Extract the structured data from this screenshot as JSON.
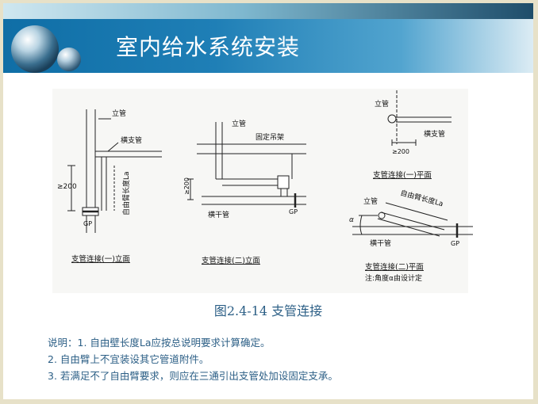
{
  "header": {
    "title": "室内给水系统安装"
  },
  "figure": {
    "caption": "图2.4-14   支管连接",
    "diagram1": {
      "lbl_riser": "立管",
      "lbl_branch": "横支管",
      "lbl_200": "≥200",
      "lbl_arm": "自由臂长度La",
      "lbl_gp": "GP",
      "title": "支管连接(一)立面"
    },
    "diagram2": {
      "lbl_riser": "立管",
      "lbl_hanger": "固定吊架",
      "lbl_200": "≥200",
      "lbl_main": "横干管",
      "lbl_gp": "GP",
      "title": "支管连接(二)立面"
    },
    "diagram3": {
      "lbl_riser": "立管",
      "lbl_branch": "横支管",
      "lbl_200": "≥200",
      "title": "支管连接(一)平面"
    },
    "diagram4": {
      "lbl_arm": "自由臂长度La",
      "lbl_riser": "立管",
      "lbl_alpha": "α",
      "lbl_main": "横干管",
      "lbl_gp": "GP",
      "title": "支管连接(二)平面",
      "note": "注:角度α由设计定"
    }
  },
  "notes": [
    "说明：1. 自由壁长度La应按总说明要求计算确定。",
    "2. 自由臂上不宜装设其它管道附件。",
    "3. 若满足不了自由臂要求，则应在三通引出支管处加设固定支承。"
  ]
}
